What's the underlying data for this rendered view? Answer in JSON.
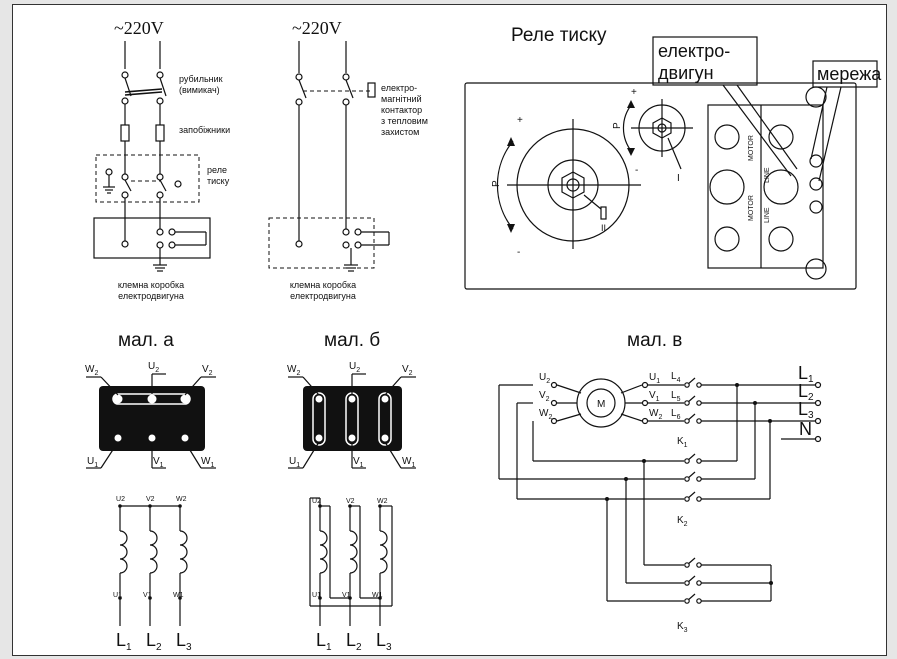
{
  "voltage_a": "~220V",
  "voltage_b": "~220V",
  "panel_a": {
    "breaker": [
      "рубильник",
      "(вимикач)"
    ],
    "fuses": "запобіжники",
    "relay": [
      "реле",
      "тиску"
    ],
    "terminal_box": [
      "клемна коробка",
      "електродвигуна"
    ]
  },
  "panel_b": {
    "contactor": [
      "електро-",
      "магнітний",
      "контактор",
      "з тепловим",
      "захистом"
    ],
    "terminal_box": [
      "клемна коробка",
      "електродвигуна"
    ]
  },
  "relay_panel": {
    "title": "Реле тиску",
    "callout_motor": [
      "електро-",
      "двигун"
    ],
    "callout_mains": "мережа",
    "label_motor": "MOTOR",
    "label_line": "LINE",
    "label_p": "P",
    "label_plus": "+",
    "label_minus": "-",
    "label_I": "I",
    "label_II": "II"
  },
  "captions": {
    "a": "мал. а",
    "b": "мал. б",
    "c": "мал. в"
  },
  "terminals": {
    "W2": "W",
    "U2": "U",
    "V2": "V",
    "U1": "U",
    "V1": "V",
    "W1": "W",
    "sub1": "1",
    "sub2": "2"
  },
  "lines": {
    "L": "L",
    "sub1": "1",
    "sub2": "2",
    "sub3": "3"
  },
  "panel_c": {
    "motor": "M",
    "N": "N",
    "K": "K",
    "k1": "1",
    "k2": "2",
    "k3": "3",
    "sub4": "4",
    "sub5": "5",
    "sub6": "6"
  }
}
